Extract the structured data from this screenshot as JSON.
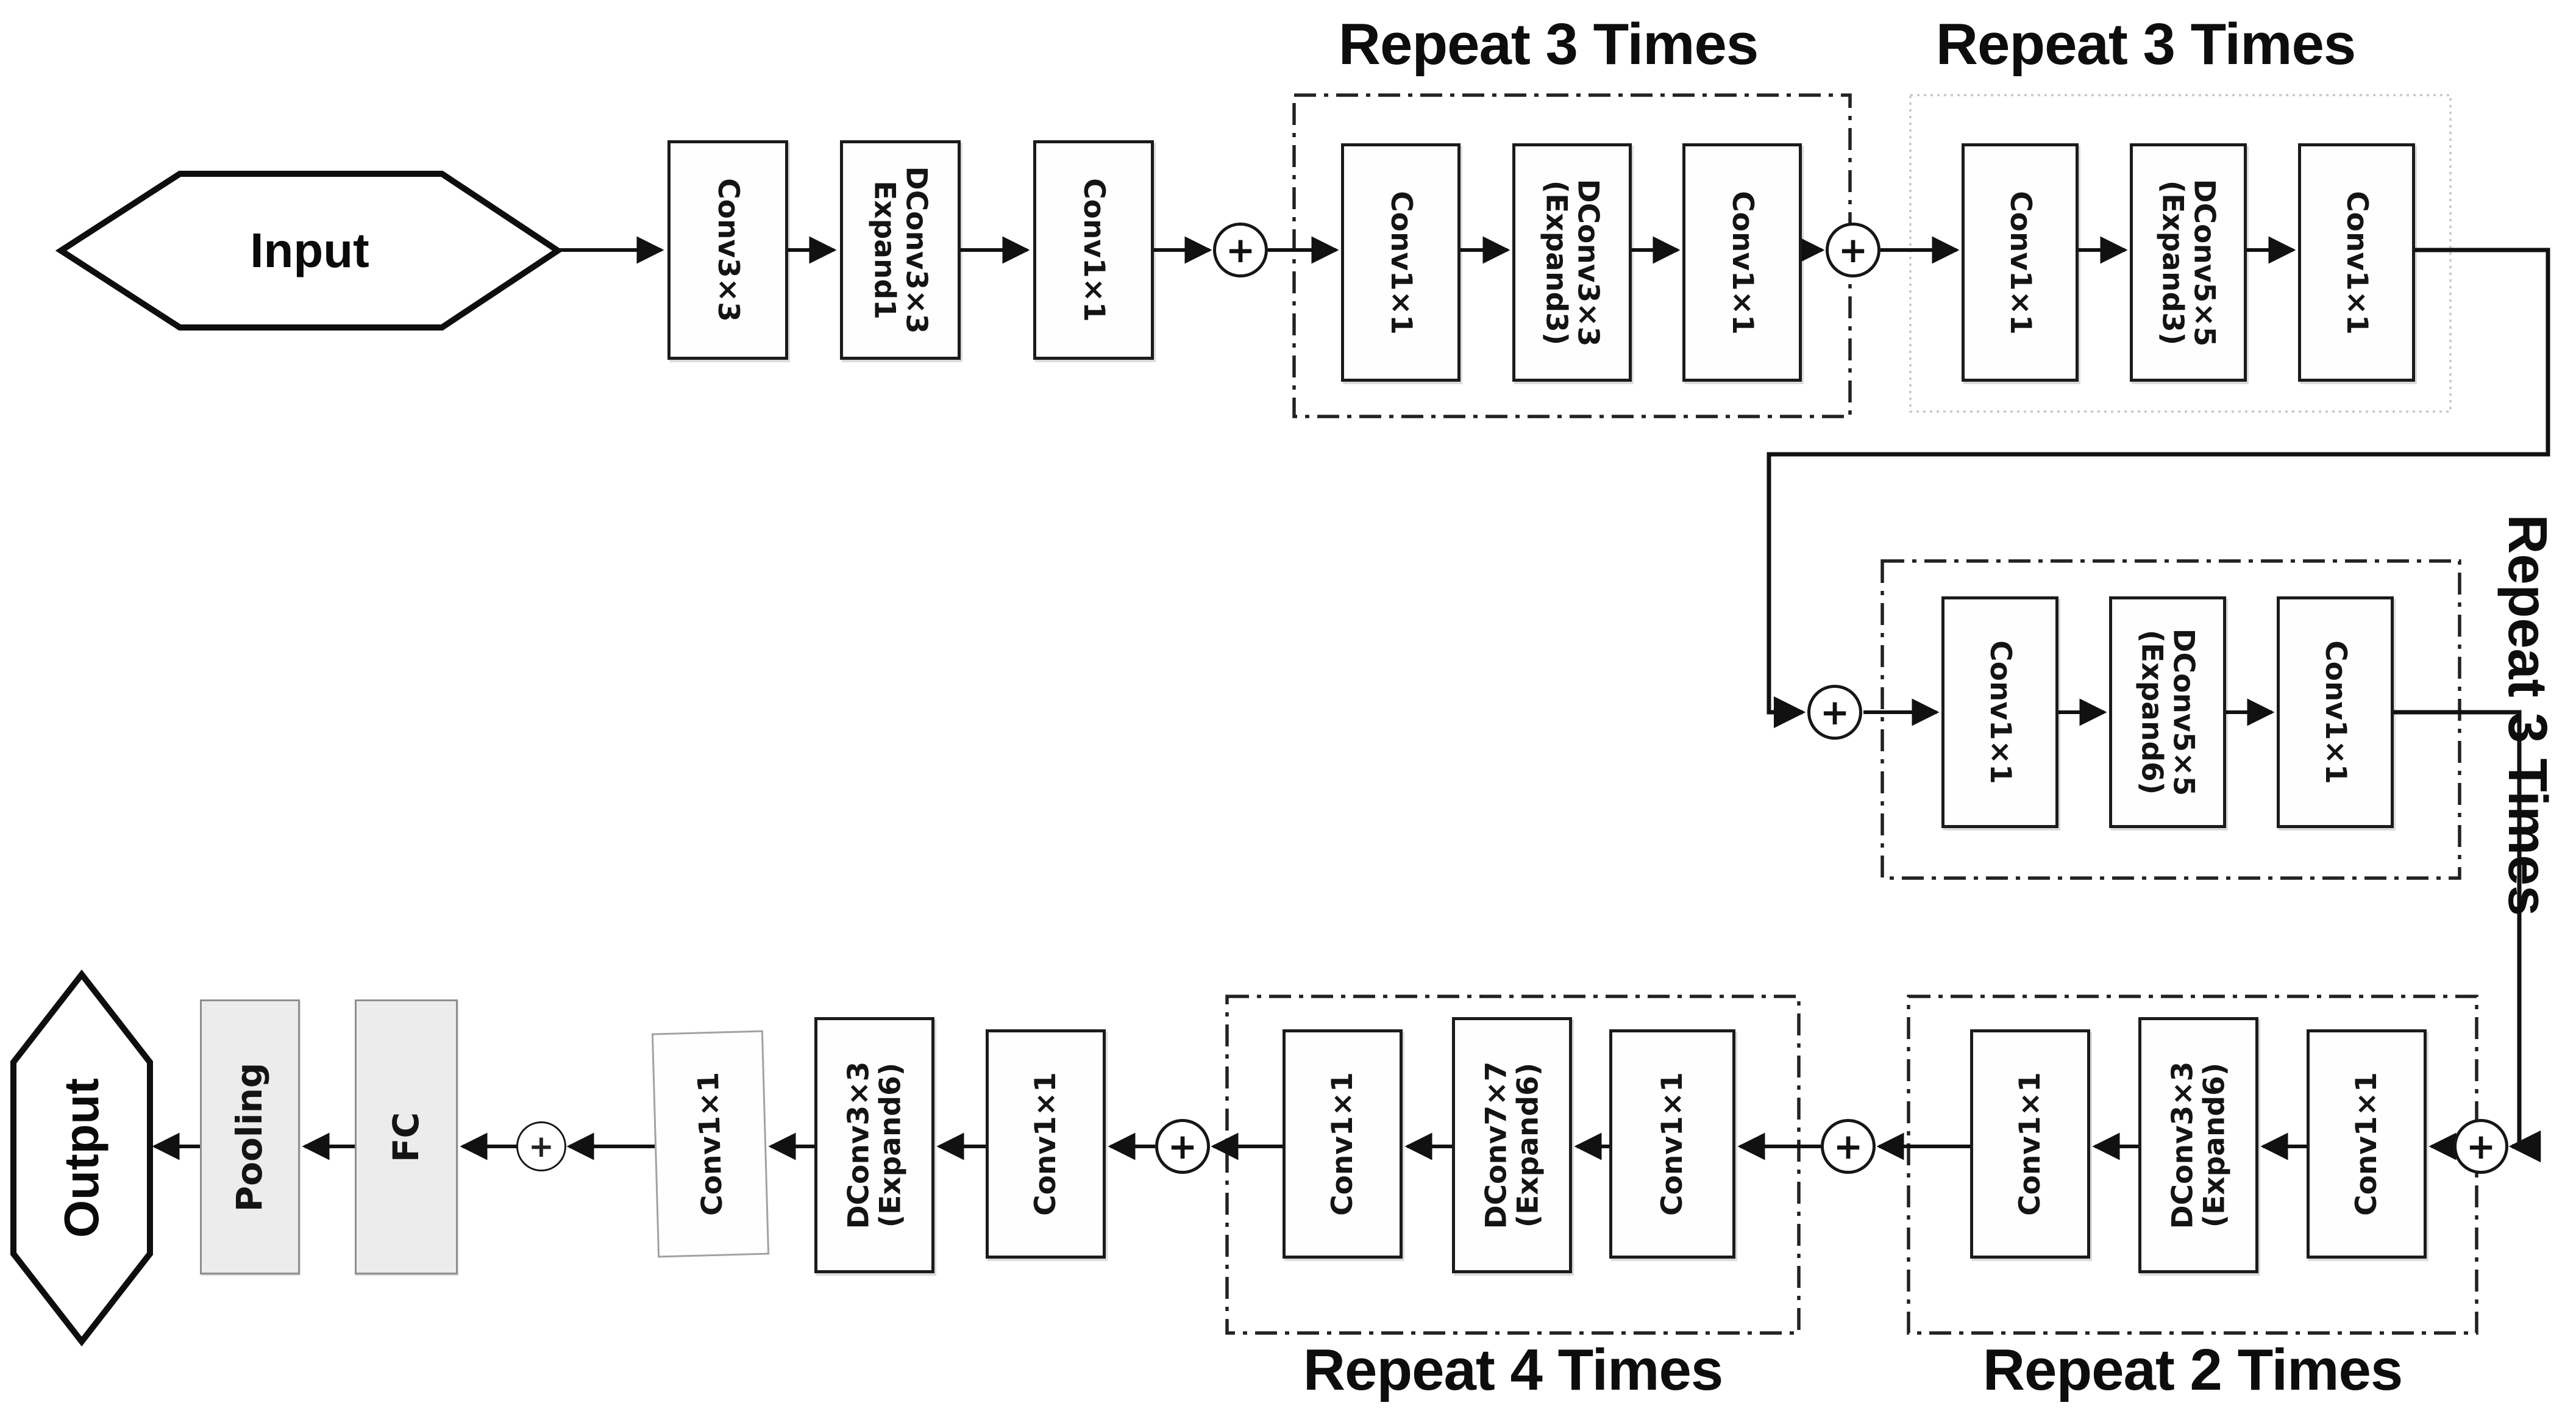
{
  "symbols": {
    "plus": "+"
  },
  "terminals": {
    "input": "Input",
    "output": "Output"
  },
  "stem": {
    "conv3x3": "Conv3×3",
    "dconv": {
      "line1": "DConv3×3",
      "line2": "Expand1"
    },
    "conv1x1": "Conv1×1"
  },
  "repeat3_a": {
    "title": "Repeat 3 Times",
    "conv_in": "Conv1×1",
    "dconv": {
      "line1": "DConv3×3",
      "line2": "(Expand3)"
    },
    "conv_out": "Conv1×1"
  },
  "repeat3_b": {
    "title": "Repeat 3 Times",
    "conv_in": "Conv1×1",
    "dconv": {
      "line1": "DConv5×5",
      "line2": "(Expand3)"
    },
    "conv_out": "Conv1×1"
  },
  "repeat3_c": {
    "side_label": {
      "line1": "Repeat",
      "line2": "3 Times"
    },
    "conv_in": "Conv1×1",
    "dconv": {
      "line1": "DConv5×5",
      "line2": "(Expand6)"
    },
    "conv_out": "Conv1×1"
  },
  "repeat2": {
    "title": "Repeat 2 Times",
    "conv_in": "Conv1×1",
    "dconv": {
      "line1": "DConv3×3",
      "line2": "(Expand6)"
    },
    "conv_out": "Conv1×1"
  },
  "repeat4": {
    "title": "Repeat 4 Times",
    "conv_in": "Conv1×1",
    "dconv": {
      "line1": "DConv7×7",
      "line2": "(Expand6)"
    },
    "conv_out": "Conv1×1"
  },
  "tail": {
    "conv_in": "Conv1×1",
    "dconv": {
      "line1": "DConv3×3",
      "line2": "(Expand6)"
    },
    "conv_out": "Conv1×1",
    "fc": "FC",
    "pooling": "Pooling"
  }
}
